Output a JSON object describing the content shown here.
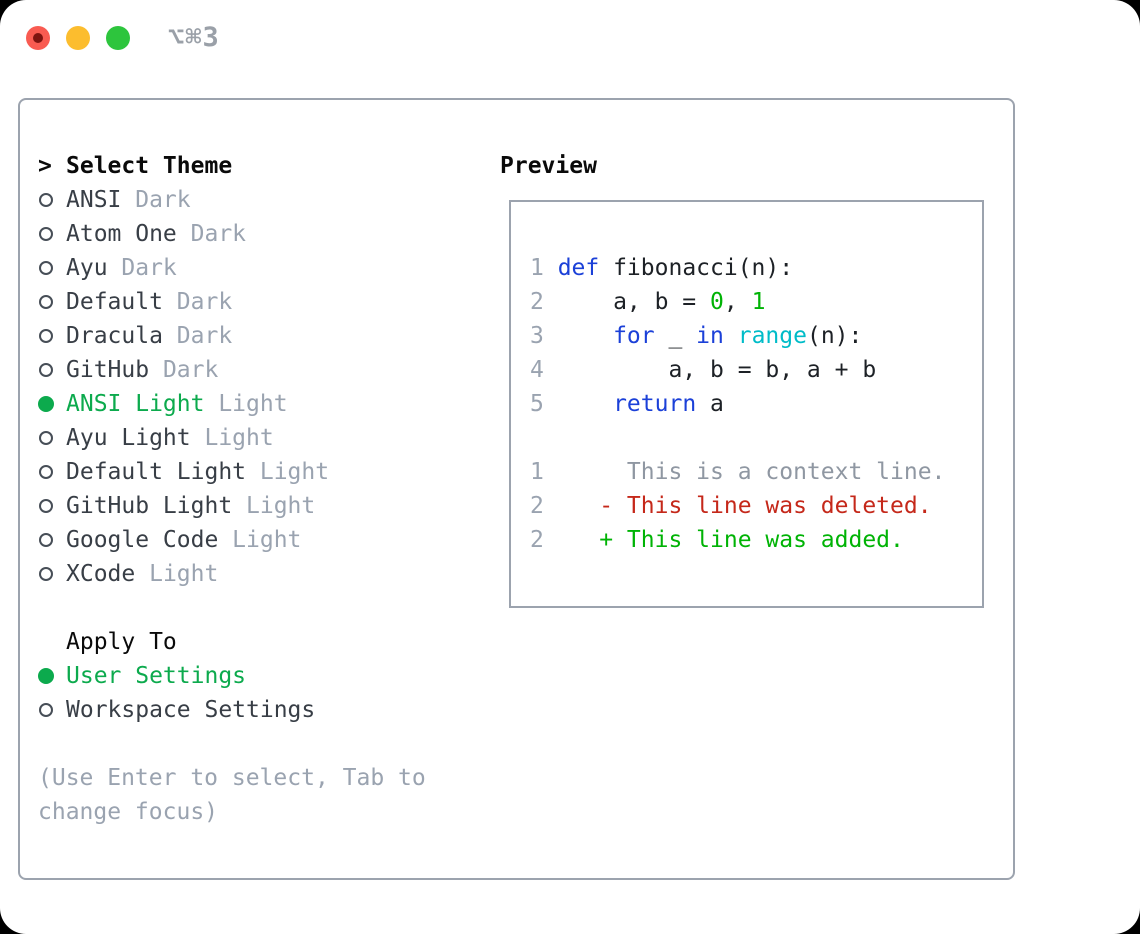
{
  "titlebar": {
    "shortcut_label": "⌥⌘3"
  },
  "theme_panel": {
    "cursor": ">",
    "title": "Select Theme",
    "themes": [
      {
        "name": "ANSI",
        "variant": "Dark",
        "selected": false
      },
      {
        "name": "Atom One",
        "variant": "Dark",
        "selected": false
      },
      {
        "name": "Ayu",
        "variant": "Dark",
        "selected": false
      },
      {
        "name": "Default",
        "variant": "Dark",
        "selected": false
      },
      {
        "name": "Dracula",
        "variant": "Dark",
        "selected": false
      },
      {
        "name": "GitHub",
        "variant": "Dark",
        "selected": false
      },
      {
        "name": "ANSI Light",
        "variant": "Light",
        "selected": true
      },
      {
        "name": "Ayu Light",
        "variant": "Light",
        "selected": false
      },
      {
        "name": "Default Light",
        "variant": "Light",
        "selected": false
      },
      {
        "name": "GitHub Light",
        "variant": "Light",
        "selected": false
      },
      {
        "name": "Google Code",
        "variant": "Light",
        "selected": false
      },
      {
        "name": "XCode",
        "variant": "Light",
        "selected": false
      }
    ]
  },
  "apply_panel": {
    "title": "Apply To",
    "options": [
      {
        "label": "User Settings",
        "selected": true
      },
      {
        "label": "Workspace Settings",
        "selected": false
      }
    ]
  },
  "help_text": "(Use Enter to select, Tab to change focus)",
  "preview_panel": {
    "title": "Preview",
    "lines": [
      {
        "num": "1",
        "tokens": [
          [
            "def",
            "keyword"
          ],
          [
            " fibonacci(n):",
            "plain"
          ]
        ]
      },
      {
        "num": "2",
        "tokens": [
          [
            "    a, b = ",
            "plain"
          ],
          [
            "0",
            "number"
          ],
          [
            ", ",
            "plain"
          ],
          [
            "1",
            "number"
          ]
        ]
      },
      {
        "num": "3",
        "tokens": [
          [
            "    ",
            "plain"
          ],
          [
            "for",
            "keyword"
          ],
          [
            " _ ",
            "plain"
          ],
          [
            "in",
            "keyword"
          ],
          [
            " ",
            "plain"
          ],
          [
            "range",
            "builtin"
          ],
          [
            "(n):",
            "plain"
          ]
        ]
      },
      {
        "num": "4",
        "tokens": [
          [
            "        a, b = b, a + b",
            "plain"
          ]
        ]
      },
      {
        "num": "5",
        "tokens": [
          [
            "    ",
            "plain"
          ],
          [
            "return",
            "keyword"
          ],
          [
            " a",
            "plain"
          ]
        ]
      },
      {
        "num": "",
        "tokens": []
      },
      {
        "num": "1",
        "tokens": [
          [
            "     This is a context line.",
            "context"
          ]
        ]
      },
      {
        "num": "2",
        "tokens": [
          [
            "   - This line was deleted.",
            "deleted"
          ]
        ]
      },
      {
        "num": "2",
        "tokens": [
          [
            "   + This line was added.",
            "added"
          ]
        ]
      }
    ]
  },
  "colors": {
    "accent_green": "#0caa4d",
    "code_keyword": "#1b40d8",
    "code_builtin": "#00bcc8",
    "code_number": "#00b305",
    "diff_added": "#00b305",
    "diff_deleted": "#c5281a",
    "muted": "#9aa3b0",
    "text": "#383e46"
  }
}
